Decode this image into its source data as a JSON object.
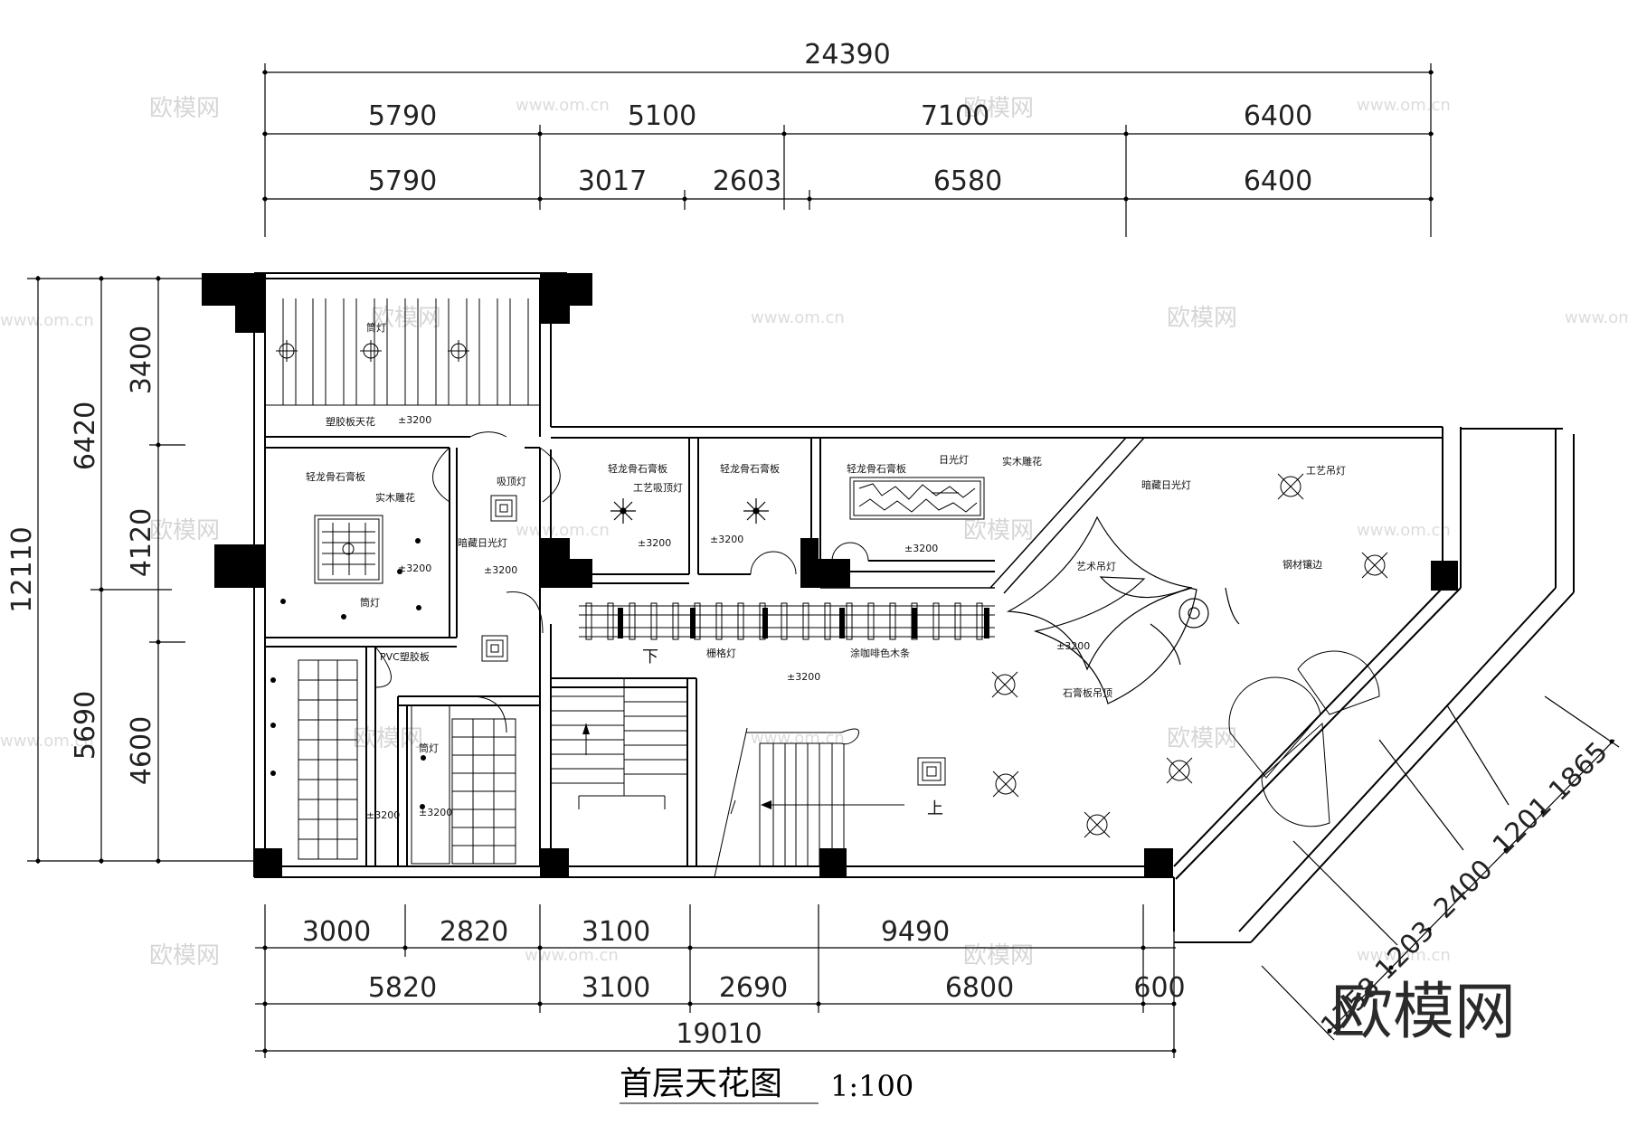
{
  "title": "首层天花图",
  "scale": "1:100",
  "brand_logo": "欧模网",
  "watermark_text": "欧模网",
  "watermark_url": "www.om.cn",
  "dimensions": {
    "top_total": "24390",
    "top_row1": [
      "5790",
      "5100",
      "7100",
      "6400"
    ],
    "top_row2": [
      "5790",
      "3017",
      "2603",
      "6580",
      "6400"
    ],
    "left_total": "12110",
    "left_col1": [
      "6420",
      "5690"
    ],
    "left_col2": [
      "3400",
      "4120",
      "4600"
    ],
    "bottom_row1": [
      "3000",
      "2820",
      "3100",
      "9490"
    ],
    "bottom_row2": [
      "5820",
      "3100",
      "2690",
      "6800",
      "600"
    ],
    "bottom_total": "19010",
    "diagonal": [
      "1865",
      "1201",
      "2400",
      "1203",
      "1758"
    ]
  },
  "labels": {
    "plastic_ceiling": "塑胶板天花",
    "downlight": "筒灯",
    "gypsum": "轻龙骨石膏板",
    "wood_carving": "实木雕花",
    "ceiling_lamp": "吸顶灯",
    "hidden_fluorescent": "暗藏日光灯",
    "craft_ceiling_lamp": "工艺吸顶灯",
    "fluorescent": "日光灯",
    "hidden_fluorescent2": "暗藏日光灯",
    "craft_pendant": "工艺吊灯",
    "art_pendant": "艺术吊灯",
    "steel_edge": "钢材镶边",
    "gypsum_ceiling": "石膏板吊顶",
    "grille_lamp": "栅格灯",
    "coffee_wood": "涂咖啡色木条",
    "pvc": "PVC塑胶板",
    "down": "下",
    "up": "上",
    "elev": "3200",
    "elev_sign": "±"
  },
  "colors": {
    "line": "#000000",
    "column": "#000000",
    "dim": "#222222",
    "watermark": "#d6d6d6"
  }
}
